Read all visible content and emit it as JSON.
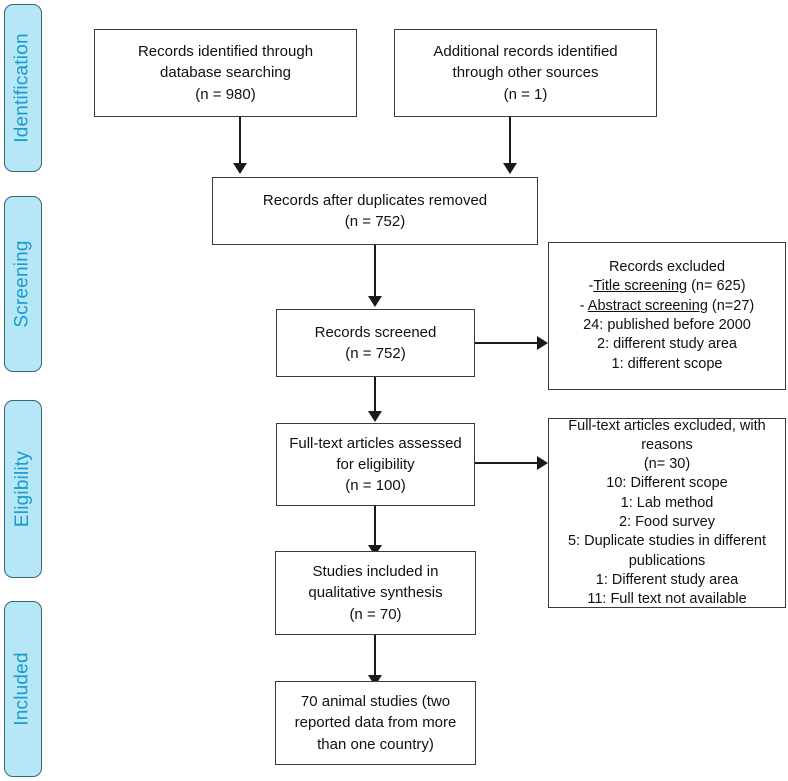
{
  "diagram": {
    "title": "PRISMA flow diagram",
    "colors": {
      "stage_fill": "#b5e7f7",
      "stage_border": "#3c6478",
      "stage_text": "#1b9ad1",
      "box_border": "#3a3a3a",
      "box_fill": "#ffffff",
      "connector": "#1a1a1a"
    },
    "stages": [
      {
        "id": "identification",
        "label": "Identification"
      },
      {
        "id": "screening",
        "label": "Screening"
      },
      {
        "id": "eligibility",
        "label": "Eligibility"
      },
      {
        "id": "included",
        "label": "Included"
      }
    ],
    "boxes": {
      "records_database": {
        "line1": "Records identified through",
        "line2": "database searching",
        "line3": "(n =  980)"
      },
      "records_other": {
        "line1": "Additional records identified",
        "line2": "through other sources",
        "line3": "(n = 1)"
      },
      "duplicates_removed": {
        "line1": "Records after duplicates removed",
        "line2": "(n = 752)"
      },
      "records_screened": {
        "line1": "Records screened",
        "line2": "(n = 752)"
      },
      "records_excluded": {
        "line1": "Records excluded",
        "line2_prefix": "-",
        "line2_underlined": "Title screening",
        "line2_suffix": " (n= 625)",
        "line3_prefix": "- ",
        "line3_underlined": "Abstract screening",
        "line3_suffix": " (n=27)",
        "line4": "24: published before 2000",
        "line5": "2: different study area",
        "line6": "1: different scope"
      },
      "fulltext_assessed": {
        "line1": "Full-text articles assessed",
        "line2": "for eligibility",
        "line3": "(n = 100)"
      },
      "fulltext_excluded": {
        "line1": "Full-text articles excluded, with",
        "line2": "reasons",
        "line3": "(n= 30)",
        "line4": "10: Different scope",
        "line5": "1: Lab method",
        "line6": "2: Food survey",
        "line7": "5: Duplicate studies in different",
        "line8": "publications",
        "line9": "1: Different study area",
        "line10": "11: Full text not available"
      },
      "studies_included": {
        "line1": "Studies included in",
        "line2": "qualitative synthesis",
        "line3": "(n = 70)"
      },
      "animal_studies": {
        "line1": "70 animal studies (two",
        "line2": "reported data from more",
        "line3": "than one country)"
      }
    }
  }
}
